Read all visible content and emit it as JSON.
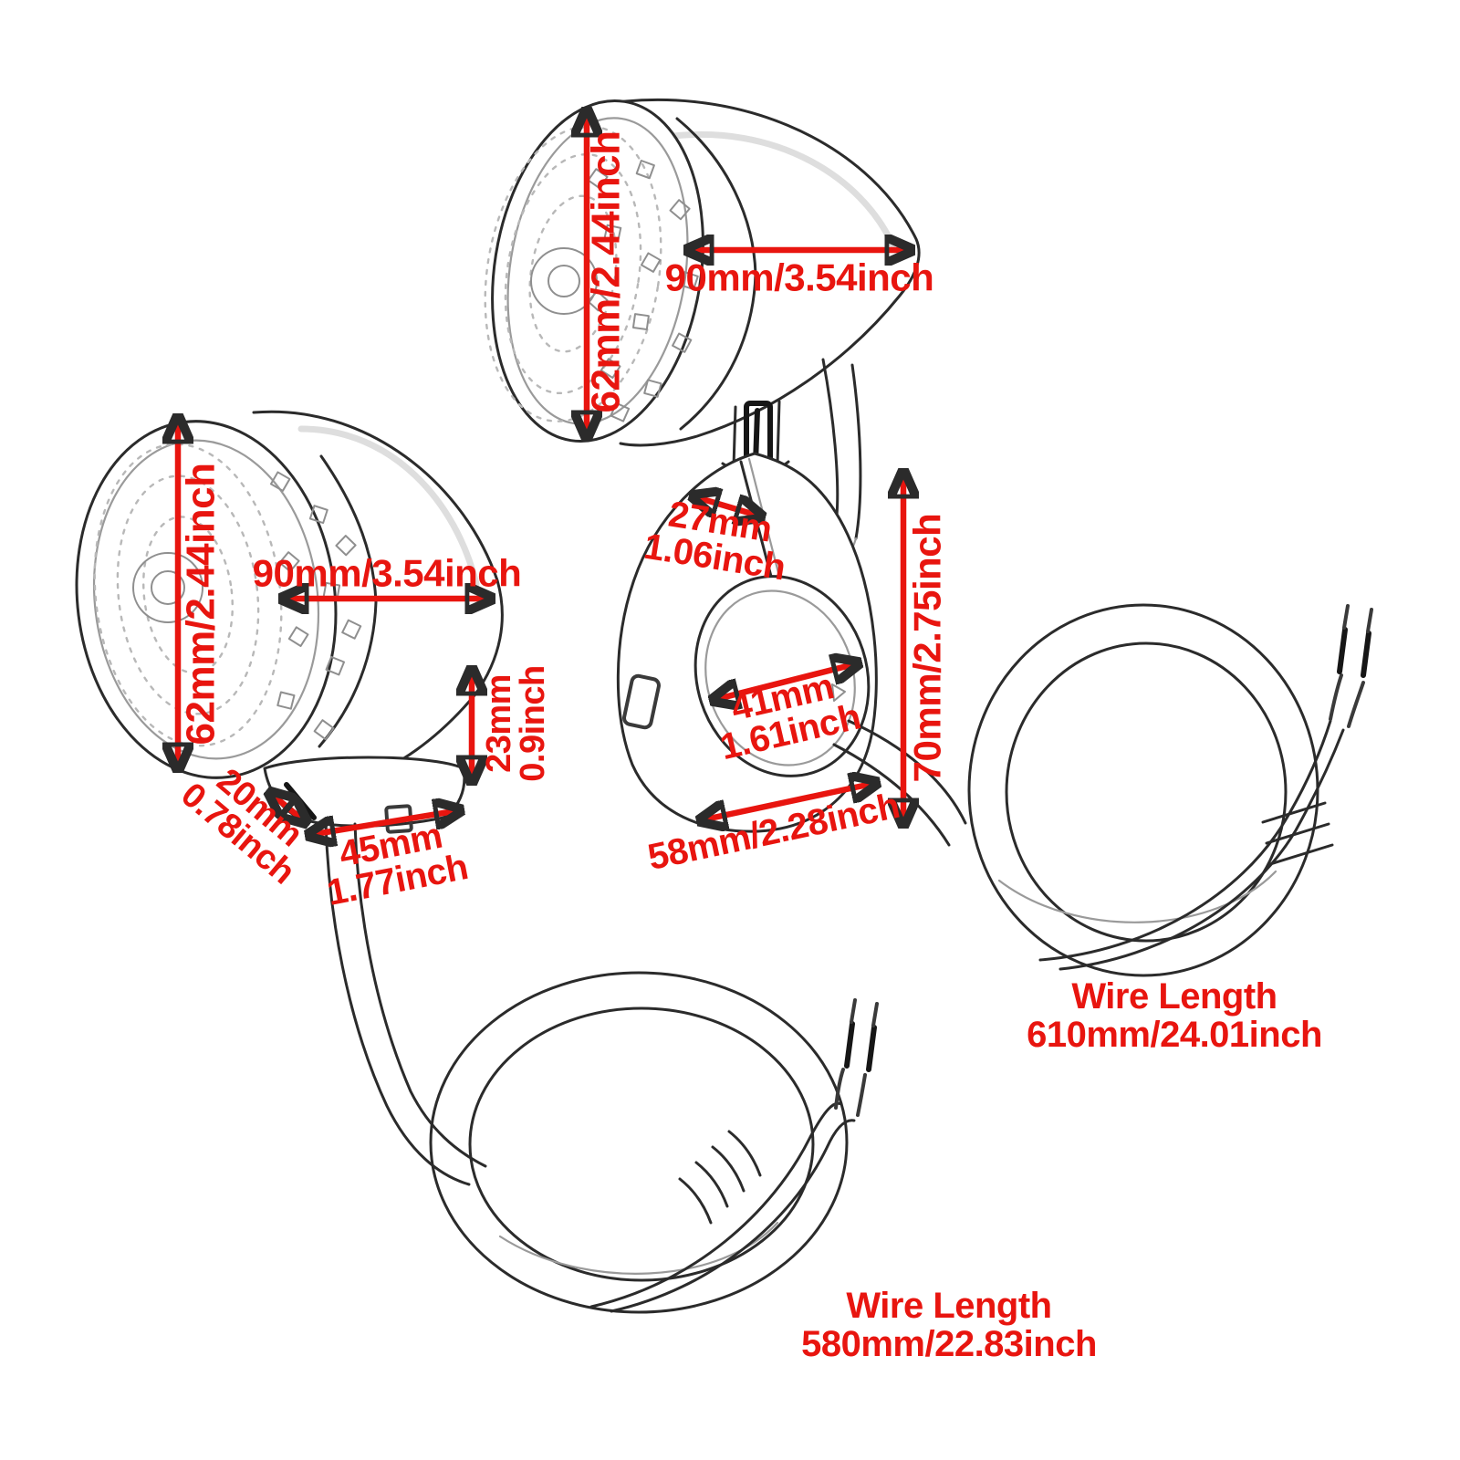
{
  "diagram": {
    "kind": "product-dimension-diagram",
    "subject": "motorcycle bullet turn-signal lights with handlebar clamp and wiring"
  },
  "colors": {
    "accent": "#e8150f",
    "ink": "#2b2b2b"
  },
  "top_light": {
    "height_label": "62mm/2.44inch",
    "length_label": "90mm/3.54inch"
  },
  "left_light": {
    "height_label": "62mm/2.44inch",
    "length_label": "90mm/3.54inch",
    "base_height_mm": "23mm",
    "base_height_inch": "0.9inch",
    "stud_mm": "20mm",
    "stud_inch": "0.78inch",
    "base_width_mm": "45mm",
    "base_width_inch": "1.77inch"
  },
  "clamp": {
    "top_width_mm": "27mm",
    "top_width_inch": "1.06inch",
    "inner_diameter_mm": "41mm",
    "inner_diameter_inch": "1.61inch",
    "height_label": "70mm/2.75inch",
    "width_label": "58mm/2.28inch"
  },
  "wires": {
    "right": {
      "title": "Wire Length",
      "value": "610mm/24.01inch"
    },
    "bottom": {
      "title": "Wire Length",
      "value": "580mm/22.83inch"
    }
  }
}
